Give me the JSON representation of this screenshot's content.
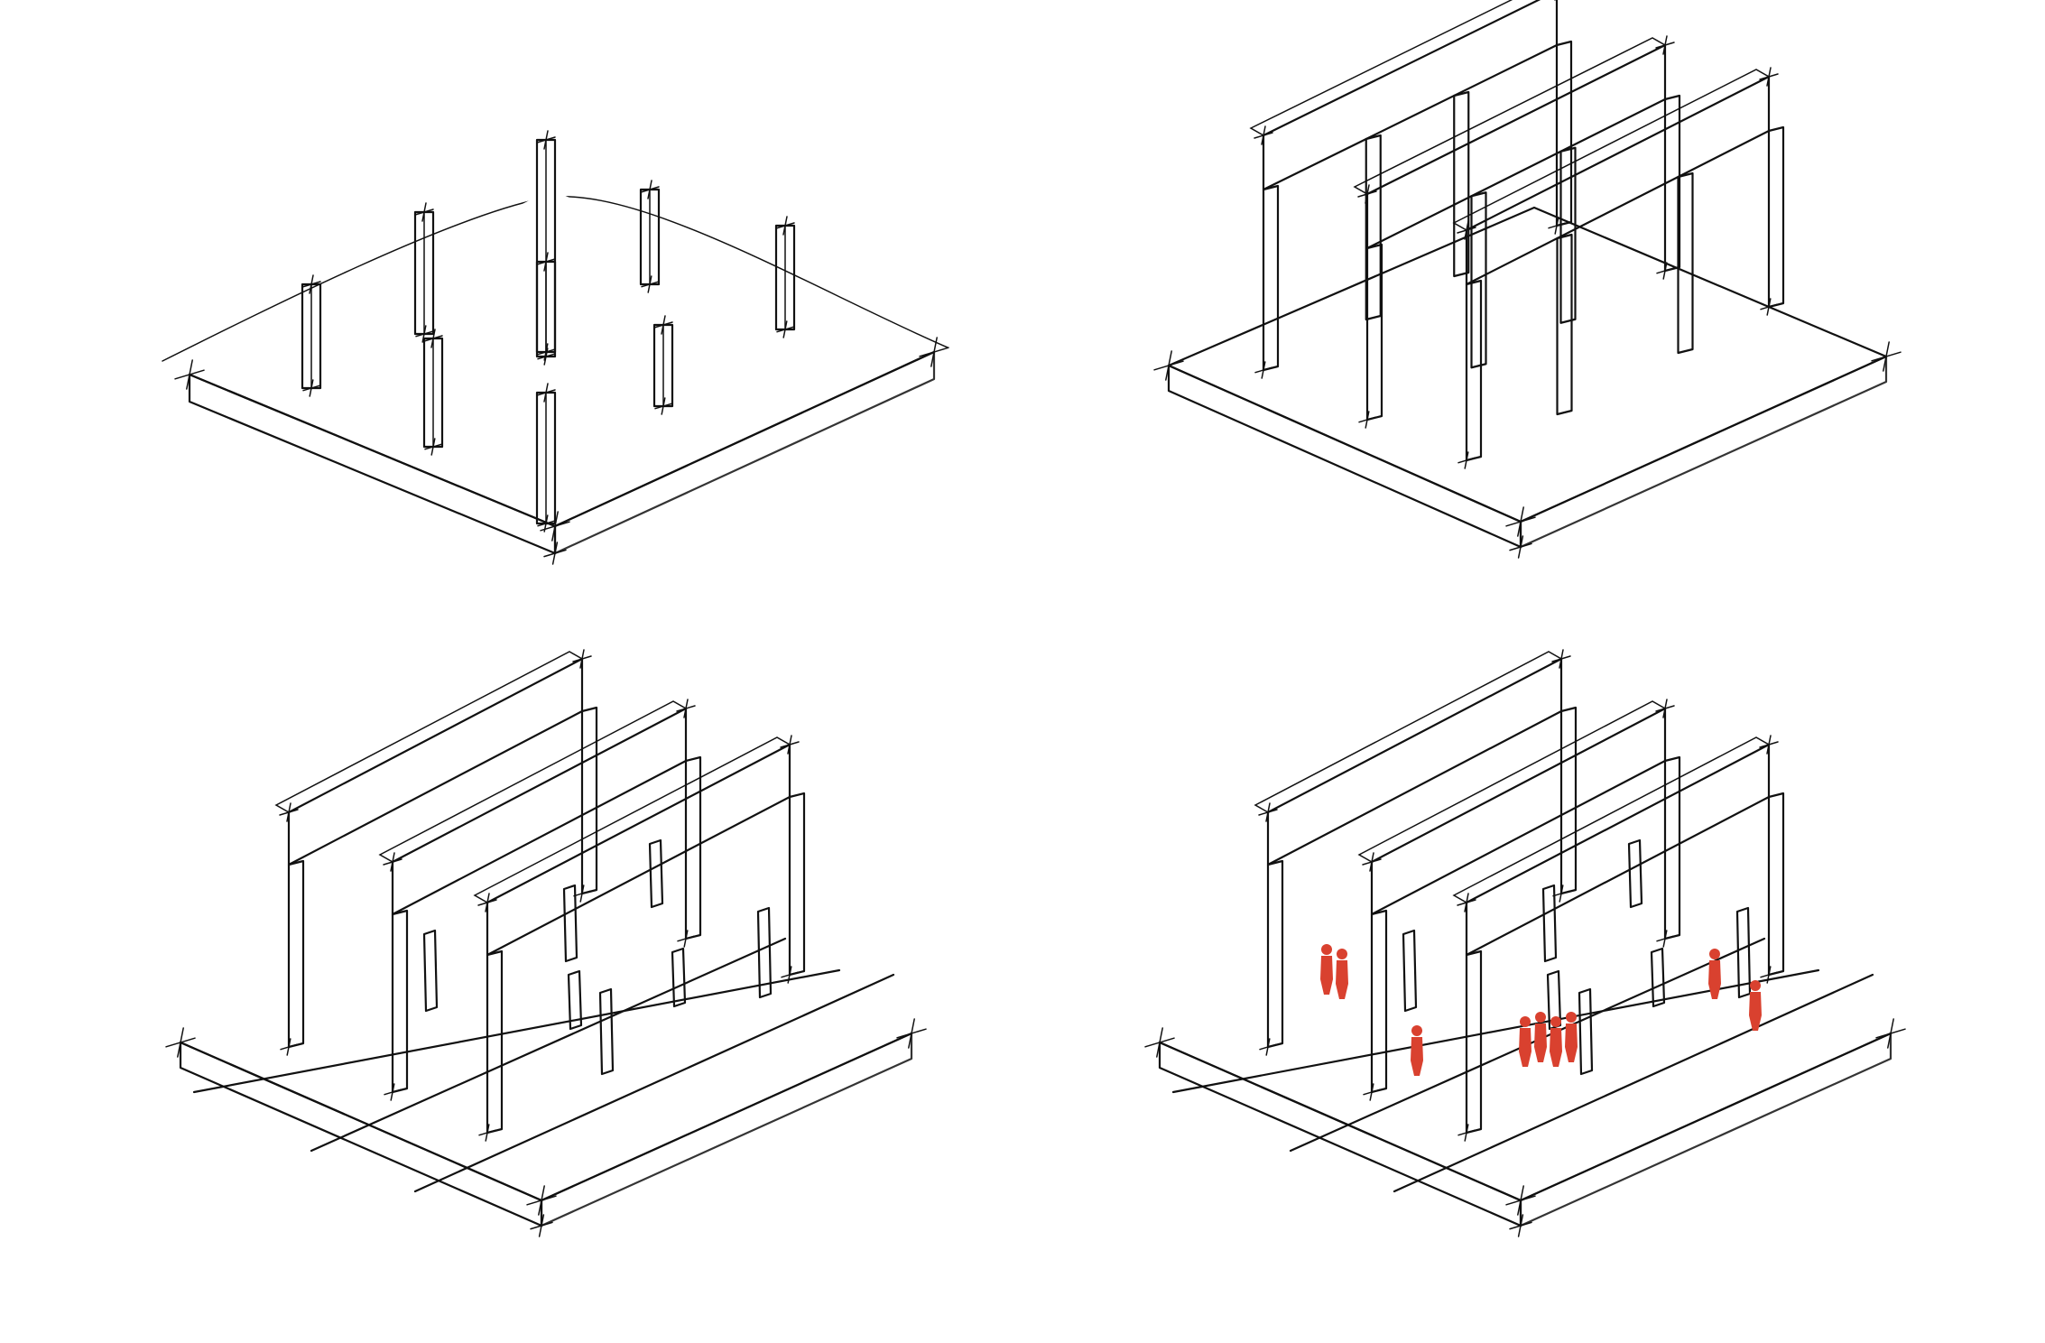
{
  "colors": {
    "ink": "#111111",
    "slab_edge_fill": "#8f8f8f",
    "slab_top_fill": "#ffffff",
    "wall_face_fill": "#ffffff",
    "column_shade_fill": "#7a7a7a",
    "timber_accent_fill": "#e8912f",
    "people_fill": "#d9412f"
  },
  "panels": [
    {
      "id": "columns",
      "icon": "column-grid-sketch-icon"
    },
    {
      "id": "walls",
      "icon": "portal-walls-sketch-icon"
    },
    {
      "id": "frames",
      "icon": "timber-frames-sketch-icon"
    },
    {
      "id": "frames-people",
      "icon": "frames-with-people-sketch-icon"
    }
  ]
}
